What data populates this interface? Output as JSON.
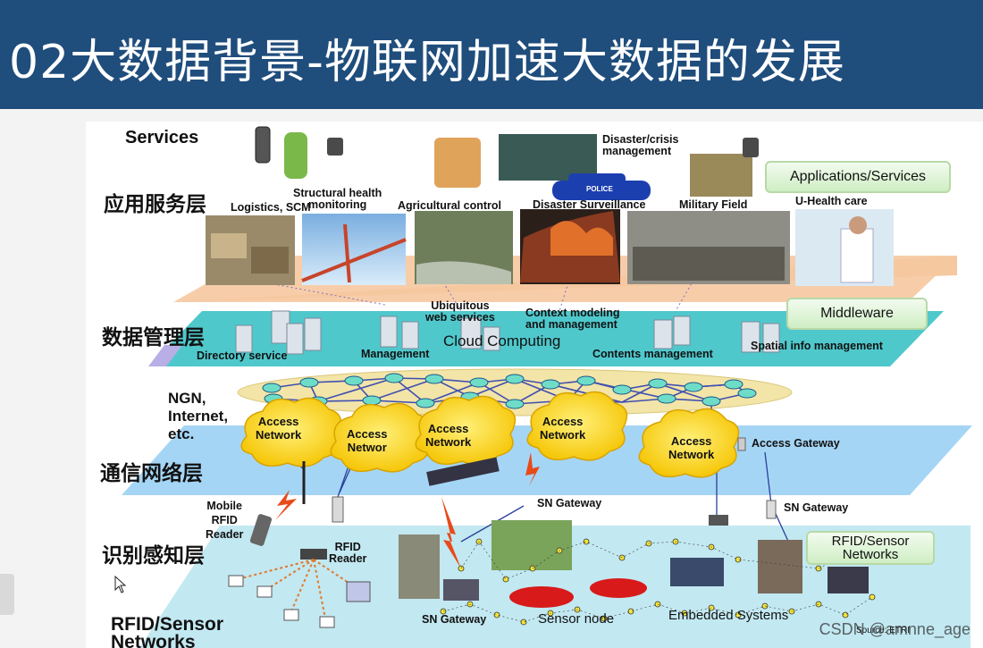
{
  "header": {
    "title": "02大数据背景-物联网加速大数据的发展",
    "bg_color": "#1f4d7c"
  },
  "layers": {
    "services_title": "Services",
    "app_layer": "应用服务层",
    "data_layer": "数据管理层",
    "comm_layer": "通信网络层",
    "sense_layer": "识别感知层"
  },
  "badges": {
    "applications": "Applications/Services",
    "middleware": "Middleware",
    "rfid_sensor": "RFID/Sensor\nNetworks"
  },
  "applications": {
    "logistics": "Logistics, SCM",
    "structural": "Structural health\nmonitoring",
    "agricultural": "Agricultural control",
    "disaster_crisis": "Disaster/crisis\nmanagement",
    "disaster_surveillance": "Disaster Surveillance",
    "military": "Military Field",
    "uhealth": "U-Health care"
  },
  "middleware": {
    "directory": "Directory service",
    "management": "Management",
    "ubiquitous": "Ubiquitous\nweb services",
    "cloud": "Cloud Computing",
    "context": "Context modeling\nand management",
    "contents": "Contents management",
    "spatial": "Spatial info management"
  },
  "network": {
    "ngn": "NGN,\nInternet,\netc.",
    "access_network_1": "Access\nNetwork",
    "access_network_2": "Access\nNetwor",
    "access_network_3": "Access\nNetwork",
    "access_network_4": "Access\nNetwork",
    "access_network_5": "Access\nNetwork",
    "access_gateway": "Access Gateway"
  },
  "sensing": {
    "mobile_rfid": "Mobile\nRFID\nReader",
    "rfid_reader": "RFID\nReader",
    "sn_gateway_1": "SN Gateway",
    "sn_gateway_2": "SN Gateway",
    "sn_gateway_3": "SN Gateway",
    "sensor_node": "Sensor node",
    "embedded": "Embedded Systems",
    "rfid_sensor_bottom": "RFID/Sensor\nNetworks",
    "police": "POLICE"
  },
  "footer": {
    "watermark": "CSDN @amnne_age",
    "source": "Source: ETRI"
  },
  "colors": {
    "plane_orange": "#f6c8a0",
    "plane_teal": "#3cc2c6",
    "plane_blue": "#8ecbf2",
    "plane_sense": "#aee0ec",
    "cloud_yellow": "#ffd23a",
    "backbone": "#f3e4a8"
  }
}
